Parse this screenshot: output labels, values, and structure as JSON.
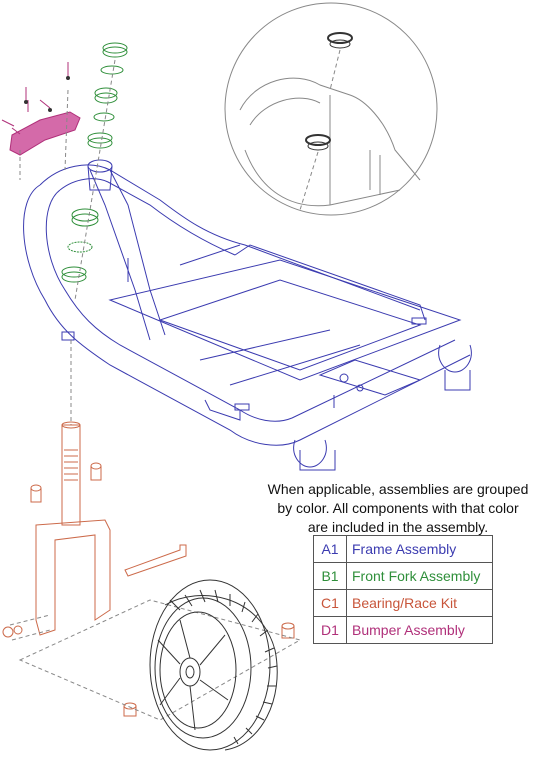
{
  "note": "When applicable, assemblies are grouped\nby color. All components with that color\nare included in the assembly.",
  "colors": {
    "frame": "#3b3bb0",
    "fork": "#cc6a4a",
    "bearing": "#c8553a",
    "bumper": "#b0307a",
    "green": "#2f8f3a",
    "gray": "#888888",
    "dark": "#333333"
  },
  "legend": [
    {
      "code": "A1",
      "name": "Frame Assembly",
      "color": "#3b3bb0"
    },
    {
      "code": "B1",
      "name": "Front Fork Assembly",
      "color": "#2f8f3a"
    },
    {
      "code": "C1",
      "name": "Bearing/Race Kit",
      "color": "#c8553a"
    },
    {
      "code": "D1",
      "name": "Bumper Assembly",
      "color": "#b0307a"
    }
  ]
}
